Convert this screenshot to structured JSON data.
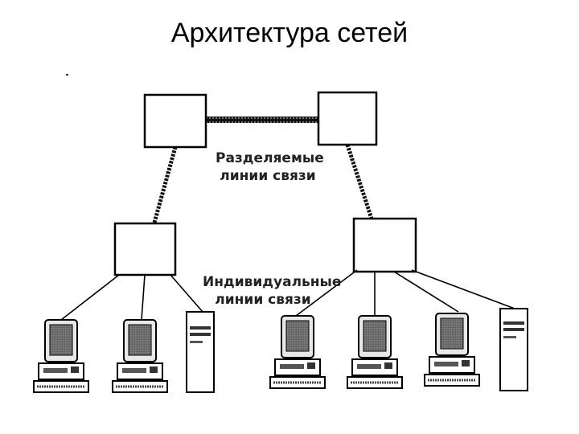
{
  "title": "Архитектура сетей",
  "labels": {
    "shared_line1": "Разделяемые",
    "shared_line2": "линии связи",
    "individual_line1": "Индивидуальные",
    "individual_line2": "линии связи"
  }
}
